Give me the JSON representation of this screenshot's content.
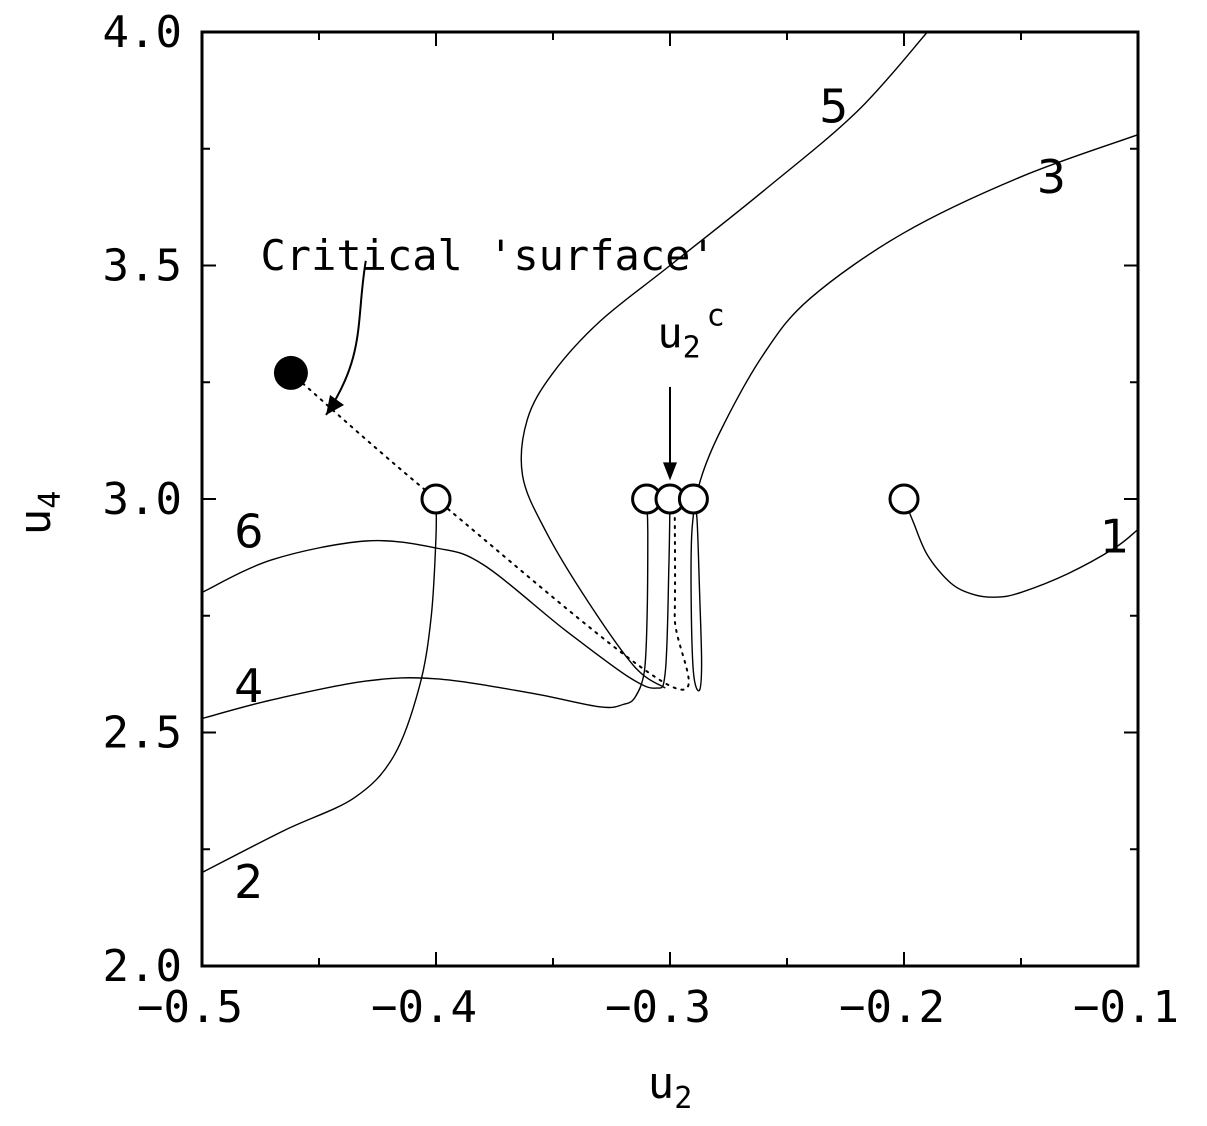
{
  "chart_data": {
    "type": "line",
    "xlabel": {
      "base": "u",
      "sub": "2"
    },
    "ylabel": {
      "base": "u",
      "sub": "4"
    },
    "xlim": [
      -0.5,
      -0.1
    ],
    "ylim": [
      2.0,
      4.0
    ],
    "xticks": [
      -0.5,
      -0.4,
      -0.3,
      -0.2,
      -0.1
    ],
    "xtick_labels": [
      "−0.5",
      "−0.4",
      "−0.3",
      "−0.2",
      "−0.1"
    ],
    "yticks": [
      2.0,
      2.5,
      3.0,
      3.5,
      4.0
    ],
    "ytick_labels": [
      "2.0",
      "2.5",
      "3.0",
      "3.5",
      "4.0"
    ],
    "grid": false,
    "series": [
      {
        "name": "1",
        "points": [
          [
            -0.2,
            3.0
          ],
          [
            -0.196,
            2.95
          ],
          [
            -0.19,
            2.88
          ],
          [
            -0.18,
            2.82
          ],
          [
            -0.17,
            2.795
          ],
          [
            -0.16,
            2.79
          ],
          [
            -0.15,
            2.8
          ],
          [
            -0.13,
            2.84
          ],
          [
            -0.11,
            2.895
          ],
          [
            -0.1,
            2.935
          ]
        ]
      },
      {
        "name": "2",
        "points": [
          [
            -0.4,
            3.0
          ],
          [
            -0.4,
            2.92
          ],
          [
            -0.402,
            2.75
          ],
          [
            -0.407,
            2.6
          ],
          [
            -0.418,
            2.45
          ],
          [
            -0.435,
            2.36
          ],
          [
            -0.465,
            2.29
          ],
          [
            -0.5,
            2.2
          ]
        ]
      },
      {
        "name": "3",
        "points": [
          [
            -0.29,
            3.0
          ],
          [
            -0.2885,
            2.96
          ],
          [
            -0.2875,
            2.82
          ],
          [
            -0.2865,
            2.65
          ],
          [
            -0.2875,
            2.59
          ],
          [
            -0.29,
            2.63
          ],
          [
            -0.291,
            2.8
          ],
          [
            -0.2905,
            2.94
          ],
          [
            -0.287,
            3.04
          ],
          [
            -0.278,
            3.15
          ],
          [
            -0.26,
            3.31
          ],
          [
            -0.24,
            3.43
          ],
          [
            -0.2,
            3.57
          ],
          [
            -0.15,
            3.69
          ],
          [
            -0.1,
            3.78
          ]
        ]
      },
      {
        "name": "4",
        "points": [
          [
            -0.31,
            3.0
          ],
          [
            -0.3095,
            2.93
          ],
          [
            -0.3098,
            2.75
          ],
          [
            -0.311,
            2.63
          ],
          [
            -0.315,
            2.575
          ],
          [
            -0.32,
            2.56
          ],
          [
            -0.33,
            2.555
          ],
          [
            -0.36,
            2.585
          ],
          [
            -0.4,
            2.615
          ],
          [
            -0.43,
            2.61
          ],
          [
            -0.47,
            2.57
          ],
          [
            -0.5,
            2.53
          ]
        ]
      },
      {
        "name": "5",
        "points": [
          [
            -0.302,
            2.595
          ],
          [
            -0.315,
            2.64
          ],
          [
            -0.335,
            2.78
          ],
          [
            -0.353,
            2.93
          ],
          [
            -0.363,
            3.05
          ],
          [
            -0.361,
            3.17
          ],
          [
            -0.35,
            3.27
          ],
          [
            -0.33,
            3.38
          ],
          [
            -0.3,
            3.5
          ],
          [
            -0.26,
            3.66
          ],
          [
            -0.22,
            3.83
          ],
          [
            -0.19,
            4.0
          ]
        ]
      },
      {
        "name": "6",
        "points": [
          [
            -0.3,
            3.0
          ],
          [
            -0.3005,
            2.85
          ],
          [
            -0.302,
            2.63
          ],
          [
            -0.306,
            2.595
          ],
          [
            -0.318,
            2.62
          ],
          [
            -0.345,
            2.72
          ],
          [
            -0.38,
            2.86
          ],
          [
            -0.4,
            2.895
          ],
          [
            -0.43,
            2.91
          ],
          [
            -0.47,
            2.87
          ],
          [
            -0.5,
            2.8
          ]
        ]
      }
    ],
    "critical_surface": [
      [
        -0.462,
        3.27
      ],
      [
        -0.4,
        3.0
      ],
      [
        -0.3,
        2.6
      ],
      [
        -0.298,
        2.75
      ],
      [
        -0.298,
        3.0
      ]
    ],
    "open_markers": [
      [
        -0.4,
        3.0
      ],
      [
        -0.31,
        3.0
      ],
      [
        -0.3,
        3.0
      ],
      [
        -0.29,
        3.0
      ],
      [
        -0.2,
        3.0
      ]
    ],
    "filled_marker": [
      -0.462,
      3.27
    ],
    "labels": [
      {
        "text": "1",
        "x": -0.11,
        "y": 2.92
      },
      {
        "text": "2",
        "x": -0.48,
        "y": 2.18
      },
      {
        "text": "3",
        "x": -0.137,
        "y": 3.69
      },
      {
        "text": "4",
        "x": -0.48,
        "y": 2.6
      },
      {
        "text": "5",
        "x": -0.23,
        "y": 3.84
      },
      {
        "text": "6",
        "x": -0.48,
        "y": 2.93
      }
    ],
    "annotations": {
      "critical": {
        "text": "Critical 'surface'",
        "x": -0.475,
        "y": 3.52,
        "arrow_from": [
          -0.43,
          3.51
        ],
        "arrow_to": [
          -0.447,
          3.18
        ]
      },
      "u2c": {
        "base": "u",
        "sub": "2",
        "sup": "c",
        "x": -0.302,
        "y": 3.26,
        "arrow_from": [
          -0.3,
          3.24
        ],
        "arrow_to": [
          -0.3,
          3.04
        ]
      }
    }
  }
}
